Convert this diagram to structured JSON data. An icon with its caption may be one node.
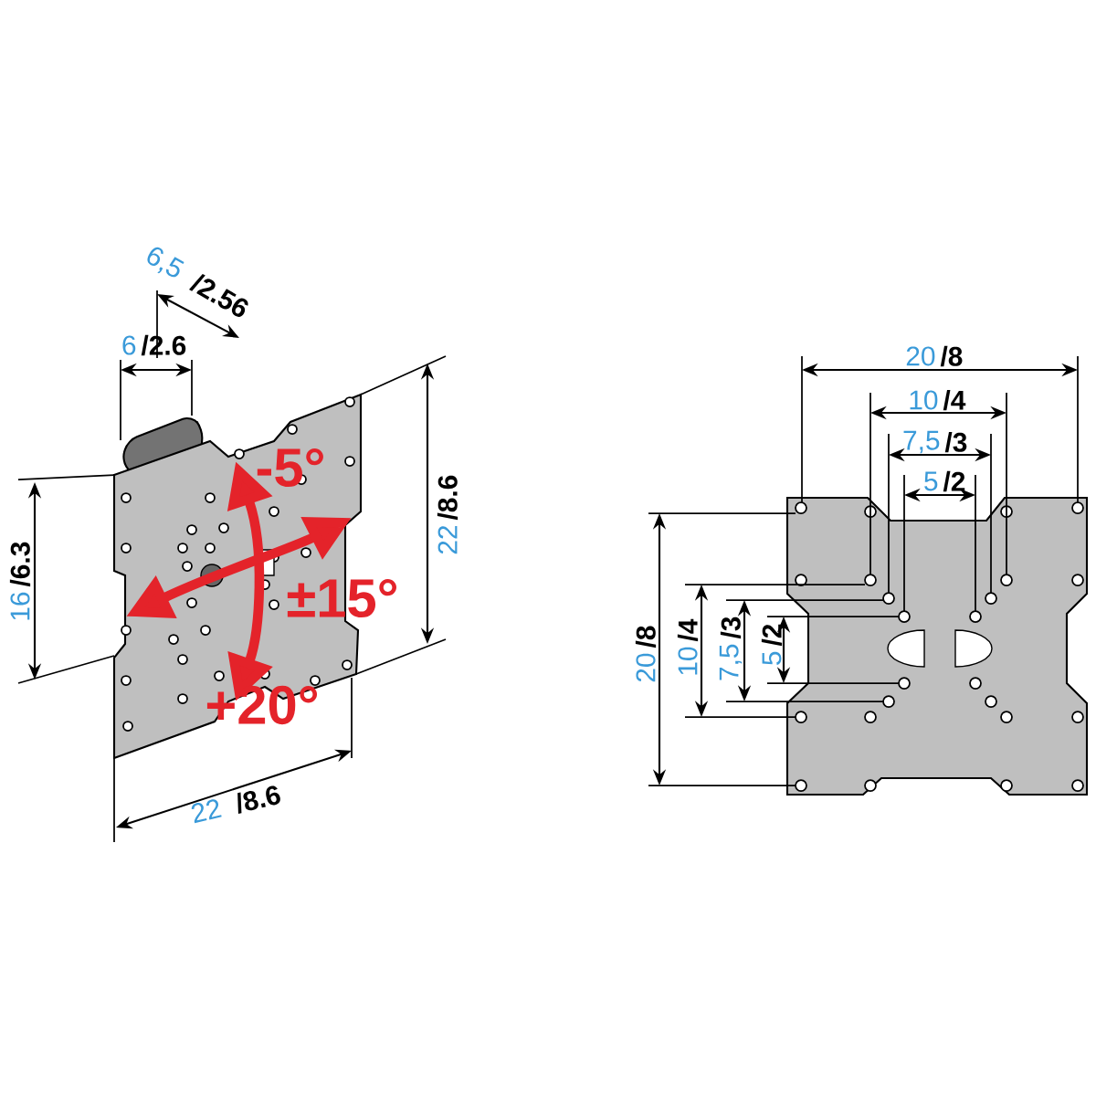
{
  "diagram": {
    "labels": [
      "6,5",
      "/2.56",
      "6",
      "/2.6",
      "-5°",
      "22",
      "/8.6",
      "16",
      "/6.3",
      "±15°",
      "+20°",
      "22",
      "/8.6",
      "20",
      "/8",
      "10",
      "/4",
      "7,5",
      "/3",
      "5",
      "/2",
      "20",
      "/8",
      "10",
      "/4",
      "7,5",
      "/3",
      "5",
      "/2"
    ]
  }
}
